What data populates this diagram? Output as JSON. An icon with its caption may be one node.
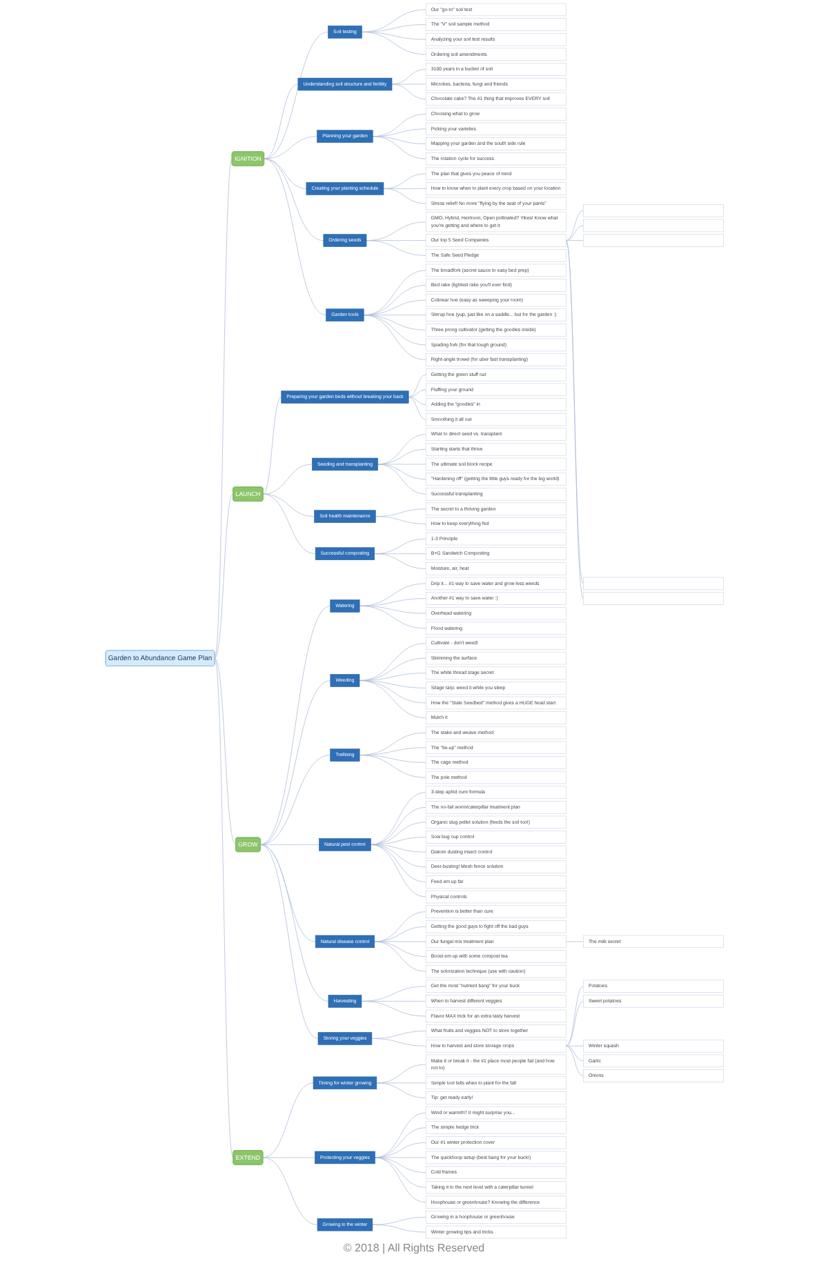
{
  "diagram": {
    "nodes": [
      {
        "text": [
          "Garden to Abundance Game Plan"
        ]
      },
      {
        "text": [
          "IGNITION"
        ]
      },
      {
        "text": [
          "Soil testing"
        ]
      },
      {
        "text": [
          "Our \"go-to\" soil test"
        ]
      },
      {
        "text": [
          "The \"V\" soil sample method"
        ]
      },
      {
        "text": [
          "Analyzing your soil test results"
        ]
      },
      {
        "text": [
          "Ordering soil amendments"
        ]
      },
      {
        "text": [
          "Understanding soil structure and fertility"
        ]
      },
      {
        "text": [
          "3100 years in a bucket of soil"
        ]
      },
      {
        "text": [
          "Microbes, bacteria, fungi and friends"
        ]
      },
      {
        "text": [
          "Chocolate cake? The #1 thing that improves EVERY soil"
        ]
      },
      {
        "text": [
          "Planning your garden"
        ]
      },
      {
        "text": [
          "Choosing what to grow"
        ]
      },
      {
        "text": [
          "Picking your varieties"
        ]
      },
      {
        "text": [
          "Mapping your garden and the south side rule"
        ]
      },
      {
        "text": [
          "The rotation cycle for success"
        ]
      },
      {
        "text": [
          "Creating your planting schedule"
        ]
      },
      {
        "text": [
          "The plan that gives you peace of mind"
        ]
      },
      {
        "text": [
          "How to know when to plant every crop based on your location"
        ]
      },
      {
        "text": [
          "Stress relief! No more \"flying by the seat of your pants\""
        ]
      },
      {
        "text": [
          "Ordering seeds"
        ]
      },
      {
        "text": [
          "GMO, Hybrid, Heirloom, Open pollinated? Yikes! Know what you're getting and where to get it"
        ]
      },
      {
        "text": [
          "Our top 5 Seed Companies"
        ]
      },
      {
        "text": [],
        "shape": "box"
      },
      {
        "text": [],
        "shape": "box"
      },
      {
        "text": [],
        "shape": "box"
      },
      {
        "text": [],
        "shape": "box"
      },
      {
        "text": [],
        "shape": "box"
      },
      {
        "text": [
          "The Safe Seed Pledge"
        ]
      },
      {
        "text": [
          "Garden tools"
        ]
      },
      {
        "text": [
          "The broadfork (secret sauce to easy bed prep)"
        ]
      },
      {
        "text": [
          "Bed rake (lightest rake you'll ever find)"
        ]
      },
      {
        "text": [
          "Colinear hoe (easy as sweeping your room)"
        ]
      },
      {
        "text": [
          "Stirrup hoe (yup, just like on a saddle... but for the garden :)"
        ]
      },
      {
        "text": [
          "Three prong cultivator (getting the goodies inside)"
        ]
      },
      {
        "text": [
          "Spading fork (for that tough ground)"
        ]
      },
      {
        "text": [
          "Right-angle trowel (for uber fast transplanting)"
        ]
      },
      {
        "text": [
          "LAUNCH"
        ]
      },
      {
        "text": [
          "Preparing your garden beds without breaking your back"
        ]
      },
      {
        "text": [
          "Getting the green stuff out"
        ]
      },
      {
        "text": [
          "Fluffing your ground"
        ]
      },
      {
        "text": [
          "Adding the \"goodies\" in"
        ]
      },
      {
        "text": [
          "Smoothing it all out"
        ]
      },
      {
        "text": [
          "Seeding and transplanting"
        ]
      },
      {
        "text": [
          "What to direct seed vs. transplant"
        ]
      },
      {
        "text": [
          "Starting starts that thrive"
        ]
      },
      {
        "text": [
          "The ultimate soil block recipe"
        ]
      },
      {
        "text": [
          "\"Hardening off\" (getting the little guys ready for the big world)"
        ]
      },
      {
        "text": [
          "Successful transplanting"
        ]
      },
      {
        "text": [
          "Soil health maintenance"
        ]
      },
      {
        "text": [
          "The secret to a thriving garden"
        ]
      },
      {
        "text": [
          "How to keep everything fed"
        ]
      },
      {
        "text": [
          "Successful composting"
        ]
      },
      {
        "text": [
          "1-3 Principle"
        ]
      },
      {
        "text": [
          "B+G Sandwich Composting"
        ]
      },
      {
        "text": [
          "Moisture, air, heat"
        ]
      },
      {
        "text": [
          "GROW"
        ]
      },
      {
        "text": [
          "Watering"
        ]
      },
      {
        "text": [
          "Drip it... #1 way to save water and grow less weeds"
        ]
      },
      {
        "text": [
          "Another #1 way to save water :)"
        ]
      },
      {
        "text": [
          "Overhead watering"
        ]
      },
      {
        "text": [
          "Flood watering"
        ]
      },
      {
        "text": [
          "Weeding"
        ]
      },
      {
        "text": [
          "Cultivate - don't weed!"
        ]
      },
      {
        "text": [
          "Skimming the surface"
        ]
      },
      {
        "text": [
          "The white thread stage secret"
        ]
      },
      {
        "text": [
          "Silage tarp: weed it while you sleep"
        ]
      },
      {
        "text": [
          "How the \"Stale Seedbed\" method gives a HUGE head start"
        ]
      },
      {
        "text": [
          "Mulch it"
        ]
      },
      {
        "text": [
          "Trellising"
        ]
      },
      {
        "text": [
          "The stake and weave method"
        ]
      },
      {
        "text": [
          "The \"tie-up\" method"
        ]
      },
      {
        "text": [
          "The cage method"
        ]
      },
      {
        "text": [
          "The pole method"
        ]
      },
      {
        "text": [
          "Natural pest control"
        ]
      },
      {
        "text": [
          "3-step aphid cure formula"
        ]
      },
      {
        "text": [
          "The no-fail worm/caterpillar treatment plan"
        ]
      },
      {
        "text": [
          "Organic slug pellet solution (feeds the soil too!)"
        ]
      },
      {
        "text": [
          "Sow bug cup control"
        ]
      },
      {
        "text": [
          "Diatom dusting insect control"
        ]
      },
      {
        "text": [
          "Deer-busting! Mesh fence solution"
        ]
      },
      {
        "text": [
          "Feed em up fat"
        ]
      },
      {
        "text": [
          "Physical controls"
        ]
      },
      {
        "text": [
          "Natural disease control"
        ]
      },
      {
        "text": [
          "Prevention is better than cure"
        ]
      },
      {
        "text": [
          "Getting the good guys to fight off the bad guys"
        ]
      },
      {
        "text": [
          "Our fungal mix treatment plan"
        ]
      },
      {
        "text": [
          "The milk secret"
        ]
      },
      {
        "text": [
          "Boost em up with some compost tea"
        ]
      },
      {
        "text": [
          "The solorization technique (use with caution)"
        ]
      },
      {
        "text": [
          "Harvesting"
        ]
      },
      {
        "text": [
          "Get the most \"nutrient bang\" for your buck"
        ]
      },
      {
        "text": [
          "When to harvest different veggies"
        ]
      },
      {
        "text": [
          "Flavor MAX trick for an extra tasty harvest"
        ]
      },
      {
        "text": [
          "Storing your veggies"
        ]
      },
      {
        "text": [
          "What fruits and veggies NOT to store together"
        ]
      },
      {
        "text": [
          "How to harvest and store storage crops"
        ]
      },
      {
        "text": [
          "Potatoes"
        ]
      },
      {
        "text": [
          "Sweet potatoes"
        ]
      },
      {
        "text": [
          "Winter squash"
        ]
      },
      {
        "text": [
          "Garlic"
        ]
      },
      {
        "text": [
          "Onions"
        ]
      },
      {
        "text": [
          "EXTEND"
        ]
      },
      {
        "text": [
          "Timing for winter growing"
        ]
      },
      {
        "text": [
          "Make it or break it - the #1 place most people fail (and how not to)"
        ]
      },
      {
        "text": [
          "Simple tool tells when to plant for the fall"
        ]
      },
      {
        "text": [
          "Tip: get ready early!"
        ]
      },
      {
        "text": [
          "Protecting your veggies"
        ]
      },
      {
        "text": [
          "Wind or warmth? It might surprise you..."
        ]
      },
      {
        "text": [
          "The simple hedge trick"
        ]
      },
      {
        "text": [
          "Our #1 winter protection cover"
        ]
      },
      {
        "text": [
          "The quickhoop setup (best bang for your buck!)"
        ]
      },
      {
        "text": [
          "Cold frames"
        ]
      },
      {
        "text": [
          "Taking it to the next level with a caterpillar tunnel"
        ]
      },
      {
        "text": [
          "Hoophouse or greenhouse? Knowing the difference"
        ]
      },
      {
        "text": [
          "Growing in the winter"
        ]
      },
      {
        "text": [
          "Growing in a hoophouse or greenhouse"
        ]
      },
      {
        "text": [
          "Winter growing tips and tricks"
        ]
      }
    ],
    "edges": [
      {
        "from": 0,
        "to": 1,
        "arrow": "none"
      },
      {
        "from": 1,
        "to": 2,
        "arrow": "none"
      },
      {
        "from": 2,
        "to": 3,
        "arrow": "none"
      },
      {
        "from": 2,
        "to": 4,
        "arrow": "none"
      },
      {
        "from": 2,
        "to": 5,
        "arrow": "none"
      },
      {
        "from": 2,
        "to": 6,
        "arrow": "none"
      },
      {
        "from": 1,
        "to": 7,
        "arrow": "none"
      },
      {
        "from": 7,
        "to": 8,
        "arrow": "none"
      },
      {
        "from": 7,
        "to": 9,
        "arrow": "none"
      },
      {
        "from": 7,
        "to": 10,
        "arrow": "none"
      },
      {
        "from": 1,
        "to": 11,
        "arrow": "none"
      },
      {
        "from": 11,
        "to": 12,
        "arrow": "none"
      },
      {
        "from": 11,
        "to": 13,
        "arrow": "none"
      },
      {
        "from": 11,
        "to": 14,
        "arrow": "none"
      },
      {
        "from": 11,
        "to": 15,
        "arrow": "none"
      },
      {
        "from": 1,
        "to": 16,
        "arrow": "none"
      },
      {
        "from": 16,
        "to": 17,
        "arrow": "none"
      },
      {
        "from": 16,
        "to": 18,
        "arrow": "none"
      },
      {
        "from": 16,
        "to": 19,
        "arrow": "none"
      },
      {
        "from": 1,
        "to": 20,
        "arrow": "none"
      },
      {
        "from": 20,
        "to": 21,
        "arrow": "none"
      },
      {
        "from": 20,
        "to": 22,
        "arrow": "none"
      },
      {
        "from": 22,
        "to": 23,
        "arrow": "none"
      },
      {
        "from": 22,
        "to": 24,
        "arrow": "none"
      },
      {
        "from": 22,
        "to": 25,
        "arrow": "none"
      },
      {
        "from": 22,
        "to": 26,
        "arrow": "none"
      },
      {
        "from": 22,
        "to": 27,
        "arrow": "none"
      },
      {
        "from": 20,
        "to": 28,
        "arrow": "none"
      },
      {
        "from": 1,
        "to": 29,
        "arrow": "none"
      },
      {
        "from": 29,
        "to": 30,
        "arrow": "none"
      },
      {
        "from": 29,
        "to": 31,
        "arrow": "none"
      },
      {
        "from": 29,
        "to": 32,
        "arrow": "none"
      },
      {
        "from": 29,
        "to": 33,
        "arrow": "none"
      },
      {
        "from": 29,
        "to": 34,
        "arrow": "none"
      },
      {
        "from": 29,
        "to": 35,
        "arrow": "none"
      },
      {
        "from": 29,
        "to": 36,
        "arrow": "none"
      },
      {
        "from": 0,
        "to": 37,
        "arrow": "none"
      },
      {
        "from": 37,
        "to": 38,
        "arrow": "none"
      },
      {
        "from": 38,
        "to": 39,
        "arrow": "none"
      },
      {
        "from": 38,
        "to": 40,
        "arrow": "none"
      },
      {
        "from": 38,
        "to": 41,
        "arrow": "none"
      },
      {
        "from": 38,
        "to": 42,
        "arrow": "none"
      },
      {
        "from": 37,
        "to": 43,
        "arrow": "none"
      },
      {
        "from": 43,
        "to": 44,
        "arrow": "none"
      },
      {
        "from": 43,
        "to": 45,
        "arrow": "none"
      },
      {
        "from": 43,
        "to": 46,
        "arrow": "none"
      },
      {
        "from": 43,
        "to": 47,
        "arrow": "none"
      },
      {
        "from": 43,
        "to": 48,
        "arrow": "none"
      },
      {
        "from": 37,
        "to": 49,
        "arrow": "none"
      },
      {
        "from": 49,
        "to": 50,
        "arrow": "none"
      },
      {
        "from": 49,
        "to": 51,
        "arrow": "none"
      },
      {
        "from": 37,
        "to": 52,
        "arrow": "none"
      },
      {
        "from": 52,
        "to": 53,
        "arrow": "none"
      },
      {
        "from": 52,
        "to": 54,
        "arrow": "none"
      },
      {
        "from": 52,
        "to": 55,
        "arrow": "none"
      },
      {
        "from": 0,
        "to": 56,
        "arrow": "none"
      },
      {
        "from": 56,
        "to": 57,
        "arrow": "none"
      },
      {
        "from": 57,
        "to": 58,
        "arrow": "none"
      },
      {
        "from": 57,
        "to": 59,
        "arrow": "none"
      },
      {
        "from": 57,
        "to": 60,
        "arrow": "none"
      },
      {
        "from": 57,
        "to": 61,
        "arrow": "none"
      },
      {
        "from": 56,
        "to": 62,
        "arrow": "none"
      },
      {
        "from": 62,
        "to": 63,
        "arrow": "none"
      },
      {
        "from": 62,
        "to": 64,
        "arrow": "none"
      },
      {
        "from": 62,
        "to": 65,
        "arrow": "none"
      },
      {
        "from": 62,
        "to": 66,
        "arrow": "none"
      },
      {
        "from": 62,
        "to": 67,
        "arrow": "none"
      },
      {
        "from": 62,
        "to": 68,
        "arrow": "none"
      },
      {
        "from": 56,
        "to": 69,
        "arrow": "none"
      },
      {
        "from": 69,
        "to": 70,
        "arrow": "none"
      },
      {
        "from": 69,
        "to": 71,
        "arrow": "none"
      },
      {
        "from": 69,
        "to": 72,
        "arrow": "none"
      },
      {
        "from": 69,
        "to": 73,
        "arrow": "none"
      },
      {
        "from": 56,
        "to": 74,
        "arrow": "none"
      },
      {
        "from": 74,
        "to": 75,
        "arrow": "none"
      },
      {
        "from": 74,
        "to": 76,
        "arrow": "none"
      },
      {
        "from": 74,
        "to": 77,
        "arrow": "none"
      },
      {
        "from": 74,
        "to": 78,
        "arrow": "none"
      },
      {
        "from": 74,
        "to": 79,
        "arrow": "none"
      },
      {
        "from": 74,
        "to": 80,
        "arrow": "none"
      },
      {
        "from": 74,
        "to": 81,
        "arrow": "none"
      },
      {
        "from": 74,
        "to": 82,
        "arrow": "none"
      },
      {
        "from": 56,
        "to": 83,
        "arrow": "none"
      },
      {
        "from": 83,
        "to": 84,
        "arrow": "none"
      },
      {
        "from": 83,
        "to": 85,
        "arrow": "none"
      },
      {
        "from": 83,
        "to": 86,
        "arrow": "none"
      },
      {
        "from": 86,
        "to": 87,
        "arrow": "none"
      },
      {
        "from": 83,
        "to": 88,
        "arrow": "none"
      },
      {
        "from": 83,
        "to": 89,
        "arrow": "none"
      },
      {
        "from": 56,
        "to": 90,
        "arrow": "none"
      },
      {
        "from": 90,
        "to": 91,
        "arrow": "none"
      },
      {
        "from": 90,
        "to": 92,
        "arrow": "none"
      },
      {
        "from": 90,
        "to": 93,
        "arrow": "none"
      },
      {
        "from": 56,
        "to": 94,
        "arrow": "none"
      },
      {
        "from": 94,
        "to": 95,
        "arrow": "none"
      },
      {
        "from": 94,
        "to": 96,
        "arrow": "none"
      },
      {
        "from": 96,
        "to": 97,
        "arrow": "none"
      },
      {
        "from": 96,
        "to": 98,
        "arrow": "none"
      },
      {
        "from": 96,
        "to": 99,
        "arrow": "none"
      },
      {
        "from": 96,
        "to": 100,
        "arrow": "none"
      },
      {
        "from": 96,
        "to": 101,
        "arrow": "none"
      },
      {
        "from": 0,
        "to": 102,
        "arrow": "none"
      },
      {
        "from": 102,
        "to": 103,
        "arrow": "none"
      },
      {
        "from": 103,
        "to": 104,
        "arrow": "none"
      },
      {
        "from": 103,
        "to": 105,
        "arrow": "none"
      },
      {
        "from": 103,
        "to": 106,
        "arrow": "none"
      },
      {
        "from": 102,
        "to": 107,
        "arrow": "none"
      },
      {
        "from": 107,
        "to": 108,
        "arrow": "none"
      },
      {
        "from": 107,
        "to": 109,
        "arrow": "none"
      },
      {
        "from": 107,
        "to": 110,
        "arrow": "none"
      },
      {
        "from": 107,
        "to": 111,
        "arrow": "none"
      },
      {
        "from": 107,
        "to": 112,
        "arrow": "none"
      },
      {
        "from": 107,
        "to": 113,
        "arrow": "none"
      },
      {
        "from": 107,
        "to": 114,
        "arrow": "none"
      },
      {
        "from": 102,
        "to": 115,
        "arrow": "none"
      },
      {
        "from": 115,
        "to": 116,
        "arrow": "none"
      },
      {
        "from": 115,
        "to": 117,
        "arrow": "none"
      }
    ],
    "labels": [
      "© 2018 | All Rights Reserved"
    ]
  }
}
